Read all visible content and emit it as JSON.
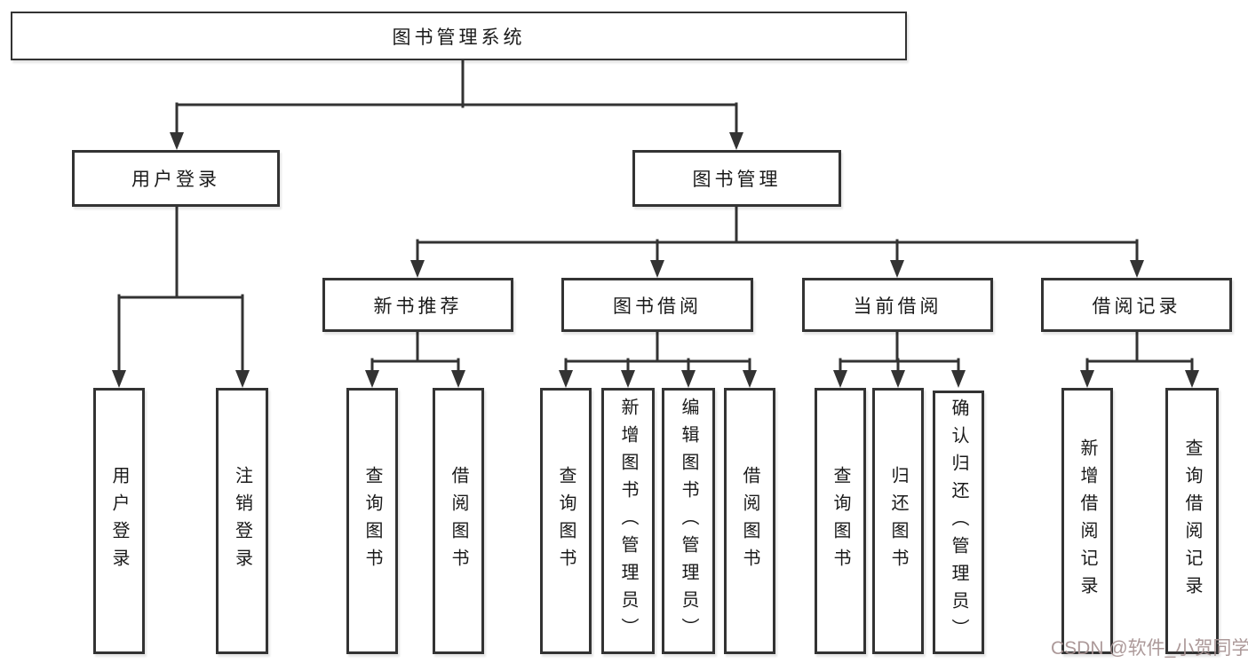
{
  "diagram": {
    "tree": {
      "label": "图书管理系统",
      "children": [
        {
          "label": "用户登录",
          "children": [
            {
              "label": "用户登录"
            },
            {
              "label": "注销登录"
            }
          ]
        },
        {
          "label": "图书管理",
          "children": [
            {
              "label": "新书推荐",
              "children": [
                {
                  "label": "查询图书"
                },
                {
                  "label": "借阅图书"
                }
              ]
            },
            {
              "label": "图书借阅",
              "children": [
                {
                  "label": "查询图书"
                },
                {
                  "label": "新增图书（管理员）"
                },
                {
                  "label": "编辑图书（管理员）"
                },
                {
                  "label": "借阅图书"
                }
              ]
            },
            {
              "label": "当前借阅",
              "children": [
                {
                  "label": "查询图书"
                },
                {
                  "label": "归还图书"
                },
                {
                  "label": "确认归还（管理员）"
                }
              ]
            },
            {
              "label": "借阅记录",
              "children": [
                {
                  "label": "新增借阅记录"
                },
                {
                  "label": "查询借阅记录"
                }
              ]
            }
          ]
        }
      ]
    },
    "colors": {
      "line": "#333333",
      "text": "#1a1a1a",
      "box_fill": "#ffffff",
      "watermark": "#a89494"
    }
  },
  "watermark": {
    "text": "CSDN @软件_小贺同学"
  }
}
